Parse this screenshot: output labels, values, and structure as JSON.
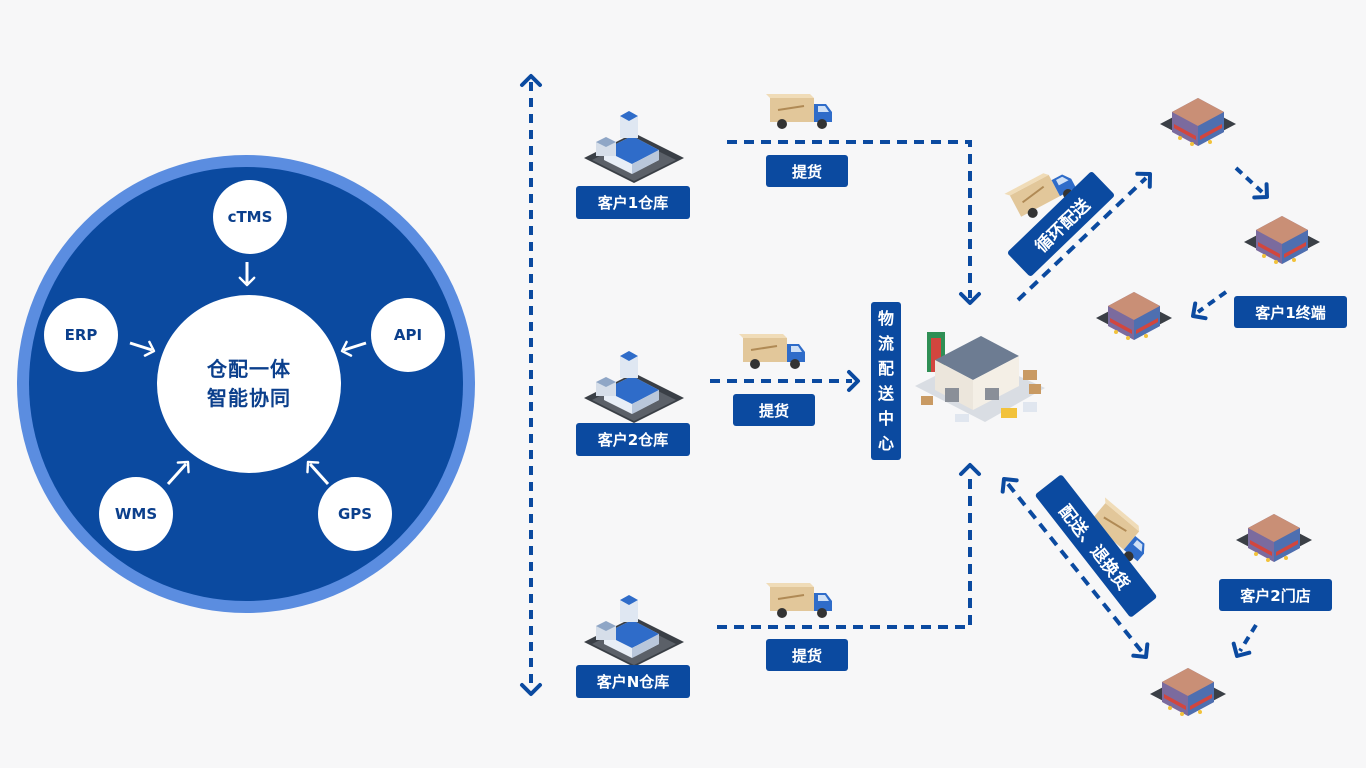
{
  "left_panel": {
    "hub_line1": "仓配一体",
    "hub_line2": "智能协同",
    "nodes": {
      "ctms": "cTMS",
      "erp": "ERP",
      "api": "API",
      "wms": "WMS",
      "gps": "GPS"
    }
  },
  "warehouses": [
    {
      "label": "客户1仓库"
    },
    {
      "label": "客户2仓库"
    },
    {
      "label": "客户N仓库"
    }
  ],
  "pickup_labels": [
    "提货",
    "提货",
    "提货"
  ],
  "center_label": [
    "物",
    "流",
    "配",
    "送",
    "中",
    "心"
  ],
  "loop_delivery_label": "循环配送",
  "return_label": "配送、退换货",
  "customer_terminal_label": "客户1终端",
  "customer_store_label": "客户2门店",
  "colors": {
    "primary": "#0b4aa0",
    "ring": "#5b8de0",
    "background": "#f7f7f8"
  }
}
